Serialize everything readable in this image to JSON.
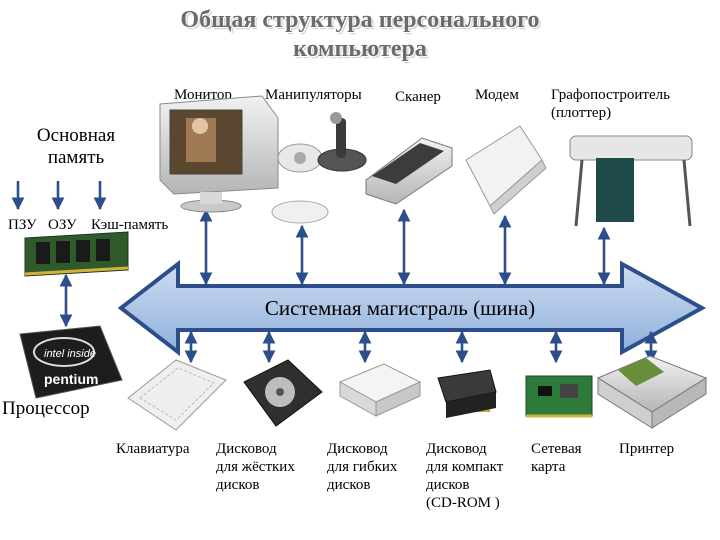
{
  "title": {
    "line1": "Общая структура персонального",
    "line2": "компьютера"
  },
  "memory": {
    "heading_line1": "Основная",
    "heading_line2": "память",
    "items": [
      "ПЗУ",
      "ОЗУ",
      "Кэш-память"
    ]
  },
  "bus": {
    "label": "Системная магистраль (шина)"
  },
  "processor": {
    "label": "Процессор",
    "chip_brand": "intel inside",
    "chip_model": "pentium"
  },
  "top_devices": [
    {
      "label": "Монитор",
      "icon": "monitor-icon"
    },
    {
      "label": "Манипуляторы",
      "icon": "joystick-mouse-icon"
    },
    {
      "label": "Сканер",
      "icon": "scanner-icon"
    },
    {
      "label": "Модем",
      "icon": "modem-icon"
    },
    {
      "label_line1": "Графопостроитель",
      "label_line2": "(плоттер)",
      "icon": "plotter-icon"
    }
  ],
  "bottom_devices": [
    {
      "label": "Клавиатура",
      "icon": "keyboard-icon"
    },
    {
      "label_line1": "Дисковод",
      "label_line2": "для жёстких",
      "label_line3": "дисков",
      "icon": "hard-drive-icon"
    },
    {
      "label_line1": "Дисковод",
      "label_line2": "для гибких",
      "label_line3": "дисков",
      "icon": "floppy-drive-icon"
    },
    {
      "label_line1": "Дисковод",
      "label_line2": "для компакт",
      "label_line3": "дисков",
      "label_line4": "(CD-ROM )",
      "icon": "cdrom-icon"
    },
    {
      "label_line1": "Сетевая",
      "label_line2": "карта",
      "icon": "network-card-icon"
    },
    {
      "label": "Принтер",
      "icon": "printer-icon"
    }
  ],
  "colors": {
    "arrow": "#2c4f8c",
    "bus_fill": "#aec5e6",
    "bus_stroke": "#2c4f8c",
    "title": "#6b6b6b"
  }
}
